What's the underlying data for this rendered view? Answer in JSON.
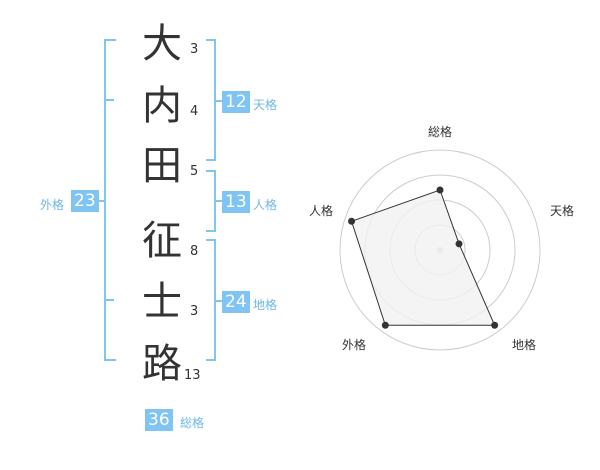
{
  "name_chars": [
    {
      "char": "大",
      "strokes": "3"
    },
    {
      "char": "内",
      "strokes": "4"
    },
    {
      "char": "田",
      "strokes": "5"
    },
    {
      "char": "征",
      "strokes": "8"
    },
    {
      "char": "士",
      "strokes": "3"
    },
    {
      "char": "路",
      "strokes": "13"
    }
  ],
  "kaku": {
    "tenkaku": {
      "value": "12",
      "label": "天格"
    },
    "jinkaku": {
      "value": "13",
      "label": "人格"
    },
    "chikaku": {
      "value": "24",
      "label": "地格"
    },
    "gaikaku": {
      "value": "23",
      "label": "外格"
    },
    "soukaku": {
      "value": "36",
      "label": "総格"
    }
  },
  "chart_data": {
    "type": "radar",
    "axes": [
      "総格",
      "天格",
      "地格",
      "外格",
      "人格"
    ],
    "values": [
      0.6,
      0.2,
      0.93,
      0.93,
      0.93
    ],
    "rings": 4,
    "colors": {
      "fill": "#f1f1f1",
      "stroke": "#333333",
      "grid": "#cccccc",
      "accent": "#7fc4f2"
    }
  }
}
